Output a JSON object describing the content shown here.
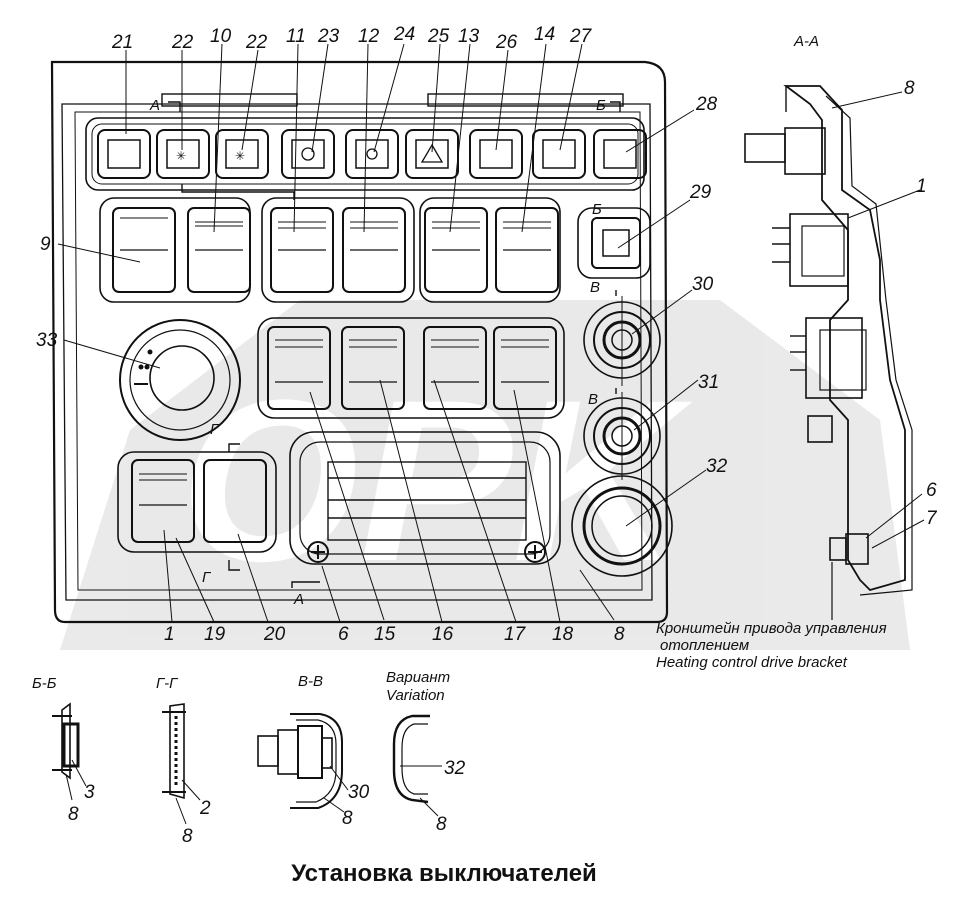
{
  "title": "Установка выключателей",
  "heating_note": {
    "ru_line1": "Кронштейн привода управления",
    "ru_line2": "отоплением",
    "en": "Heating control drive bracket"
  },
  "watermark": "OPK",
  "section_labels": {
    "aa_view": "А-А",
    "a_top": "А",
    "a_bottom": "А",
    "b_top": "Б",
    "b_side": "Б",
    "v_upper": "В",
    "v_lower": "В",
    "g_upper": "Г",
    "g_lower": "Г"
  },
  "detail_titles": {
    "bb": "Б-Б",
    "gg": "Г-Г",
    "vv": "В-В",
    "variant_ru": "Вариант",
    "variant_en": "Variation"
  },
  "callouts_top": [
    "21",
    "22",
    "10",
    "22",
    "11",
    "23",
    "12",
    "24",
    "25",
    "13",
    "26",
    "14",
    "27"
  ],
  "callouts_right": [
    "28",
    "29",
    "30",
    "31",
    "32"
  ],
  "callouts_left": [
    "9",
    "33"
  ],
  "callouts_bottom": [
    "1",
    "19",
    "20",
    "6",
    "15",
    "16",
    "17",
    "18",
    "8"
  ],
  "callouts_section": [
    "8",
    "1",
    "6",
    "7"
  ],
  "callouts_details": {
    "bb": [
      "3",
      "8"
    ],
    "gg": [
      "2",
      "8"
    ],
    "vv": [
      "30",
      "8"
    ],
    "variant": [
      "32",
      "8"
    ]
  }
}
